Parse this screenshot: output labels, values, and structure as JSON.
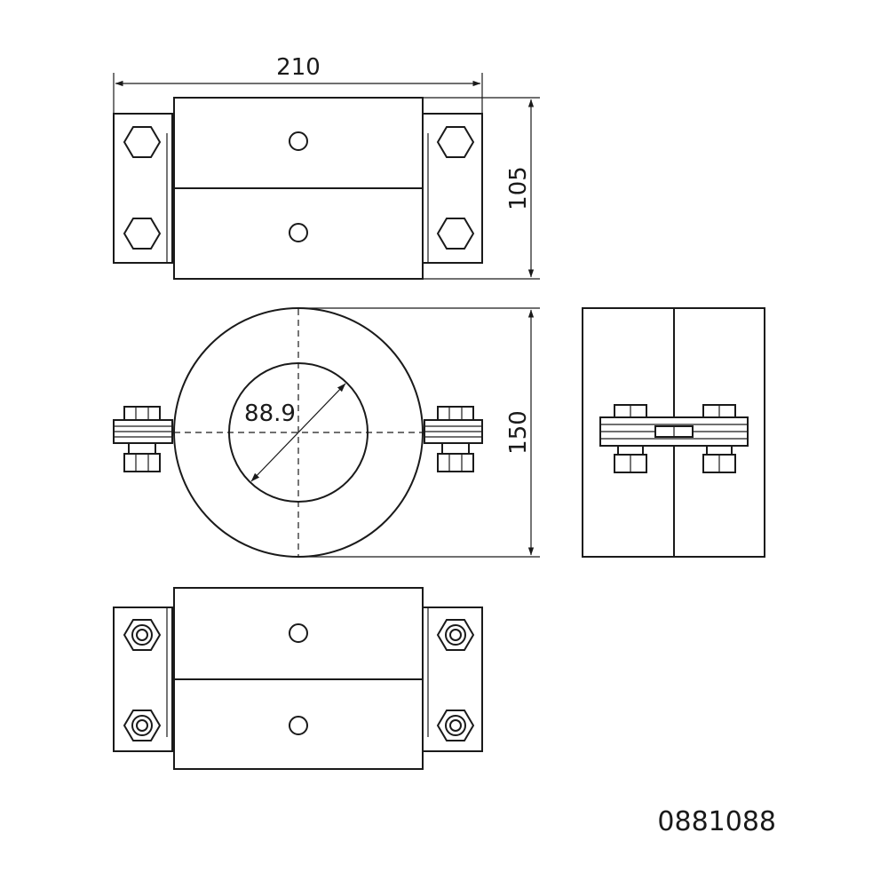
{
  "dimensions": {
    "width": "210",
    "height": "105",
    "depth": "150",
    "pipe_diameter": "88.9"
  },
  "article_number": "0881088"
}
